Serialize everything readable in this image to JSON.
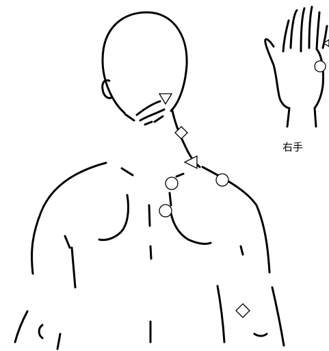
{
  "figure": {
    "hand_label": "右手",
    "marker_legend": {
      "circle": "circle-marker",
      "triangle-down": "triangle-down-marker",
      "triangle-left": "triangle-left-marker",
      "diamond": "diamond-marker"
    }
  },
  "colors": {
    "ink": "#000000",
    "background": "#ffffff"
  }
}
